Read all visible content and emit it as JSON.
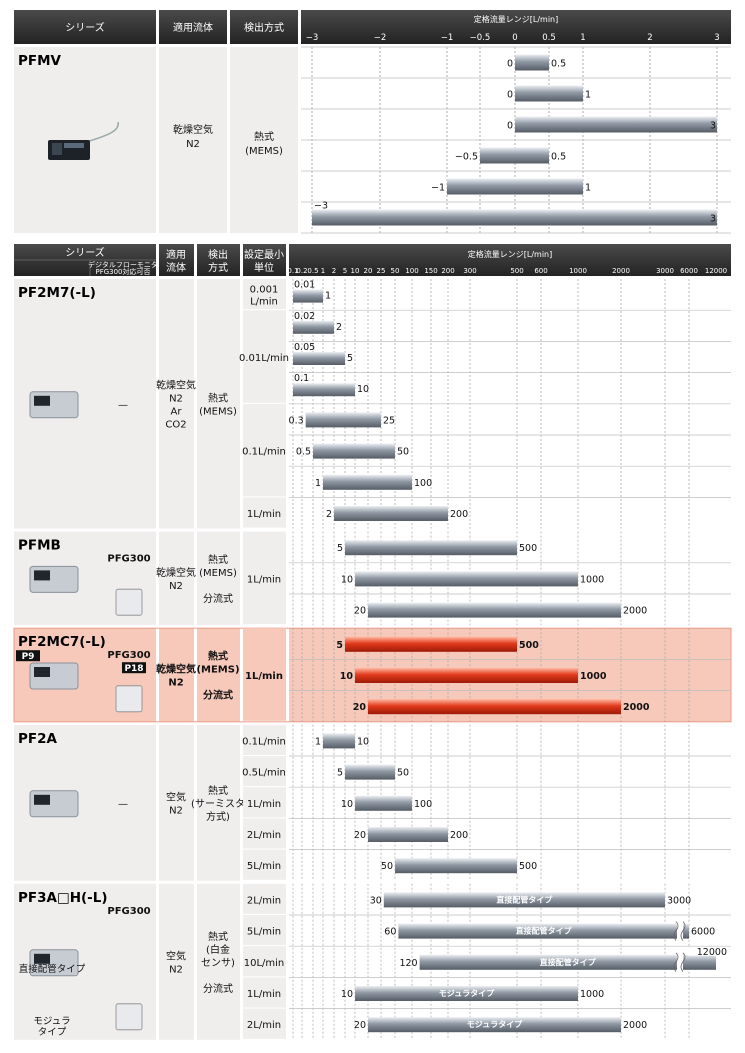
{
  "chart_data": [
    {
      "type": "bar",
      "title": "定格流量レンジ[L/min]",
      "columns": [
        "シリーズ",
        "適用流体",
        "検出方式"
      ],
      "x_ticks": [
        "−3",
        "−2",
        "−1",
        "−0.5",
        "0",
        "0.5",
        "1",
        "2",
        "3"
      ],
      "series_name": "PFMV",
      "fluid": [
        "乾燥空気",
        "N2"
      ],
      "method": [
        "熱式",
        "(MEMS)"
      ],
      "ranges": [
        {
          "low": 0,
          "high": 0.5,
          "low_label": "0",
          "high_label": "0.5"
        },
        {
          "low": 0,
          "high": 1,
          "low_label": "0",
          "high_label": "1"
        },
        {
          "low": 0,
          "high": 3,
          "low_label": "0",
          "high_label": "3"
        },
        {
          "low": -0.5,
          "high": 0.5,
          "low_label": "−0.5",
          "high_label": "0.5"
        },
        {
          "low": -1,
          "high": 1,
          "low_label": "−1",
          "high_label": "1"
        },
        {
          "low": -3,
          "high": 3,
          "low_label": "−3",
          "high_label": "3"
        }
      ]
    },
    {
      "type": "bar",
      "title": "定格流量レンジ[L/min]",
      "columns": [
        "シリーズ",
        "デジタルフローモニタ",
        "PFG300対応可否",
        "適用",
        "流体",
        "検出",
        "方式",
        "設定最小",
        "単位"
      ],
      "x_ticks": [
        "0.1",
        "0.2",
        "0.5",
        "1",
        "2",
        "5",
        "10",
        "20",
        "25",
        "50",
        "100",
        "150",
        "200",
        "300",
        "500",
        "600",
        "1000",
        "2000",
        "3000",
        "6000",
        "12000"
      ],
      "groups": [
        {
          "name": "PF2M7(-L)",
          "monitor": "—",
          "fluid": [
            "乾燥空気",
            "N2",
            "Ar",
            "CO2"
          ],
          "method": [
            "熱式",
            "(MEMS)"
          ],
          "units": [
            {
              "label": "0.001 L/min",
              "rows": 1
            },
            {
              "label": "0.01L/min",
              "rows": 3
            },
            {
              "label": "0.1L/min",
              "rows": 3
            },
            {
              "label": "1L/min",
              "rows": 1
            }
          ],
          "ranges": [
            {
              "low": 0.01,
              "high": 1,
              "low_label": "0.01",
              "high_label": "1"
            },
            {
              "low": 0.02,
              "high": 2,
              "low_label": "0.02",
              "high_label": "2"
            },
            {
              "low": 0.05,
              "high": 5,
              "low_label": "0.05",
              "high_label": "5"
            },
            {
              "low": 0.1,
              "high": 10,
              "low_label": "0.1",
              "high_label": "10"
            },
            {
              "low": 0.3,
              "high": 25,
              "low_label": "0.3",
              "high_label": "25"
            },
            {
              "low": 0.5,
              "high": 50,
              "low_label": "0.5",
              "high_label": "50"
            },
            {
              "low": 1,
              "high": 100,
              "low_label": "1",
              "high_label": "100"
            },
            {
              "low": 2,
              "high": 200,
              "low_label": "2",
              "high_label": "200"
            }
          ]
        },
        {
          "name": "PFMB",
          "monitor": "PFG300",
          "fluid": [
            "乾燥空気",
            "N2"
          ],
          "method": [
            "熱式",
            "(MEMS)",
            "",
            "分流式"
          ],
          "units": [
            {
              "label": "1L/min",
              "rows": 3
            }
          ],
          "ranges": [
            {
              "low": 5,
              "high": 500,
              "low_label": "5",
              "high_label": "500"
            },
            {
              "low": 10,
              "high": 1000,
              "low_label": "10",
              "high_label": "1000"
            },
            {
              "low": 20,
              "high": 2000,
              "low_label": "20",
              "high_label": "2000"
            }
          ]
        },
        {
          "name": "PF2MC7(-L)",
          "name_tag": "P9",
          "monitor": "PFG300",
          "monitor_tag": "P18",
          "highlight": true,
          "fluid": [
            "乾燥空気",
            "N2"
          ],
          "method": [
            "熱式",
            "(MEMS)",
            "",
            "分流式"
          ],
          "units": [
            {
              "label": "1L/min",
              "rows": 3
            }
          ],
          "ranges": [
            {
              "low": 5,
              "high": 500,
              "low_label": "5",
              "high_label": "500"
            },
            {
              "low": 10,
              "high": 1000,
              "low_label": "10",
              "high_label": "1000"
            },
            {
              "low": 20,
              "high": 2000,
              "low_label": "20",
              "high_label": "2000"
            }
          ]
        },
        {
          "name": "PF2A",
          "monitor": "—",
          "fluid": [
            "空気",
            "N2"
          ],
          "method": [
            "熱式",
            "(サーミスタ",
            "方式)"
          ],
          "units": [
            {
              "label": "0.1L/min",
              "rows": 1
            },
            {
              "label": "0.5L/min",
              "rows": 1
            },
            {
              "label": "1L/min",
              "rows": 1
            },
            {
              "label": "2L/min",
              "rows": 1
            },
            {
              "label": "5L/min",
              "rows": 1
            }
          ],
          "ranges": [
            {
              "low": 1,
              "high": 10,
              "low_label": "1",
              "high_label": "10"
            },
            {
              "low": 5,
              "high": 50,
              "low_label": "5",
              "high_label": "50"
            },
            {
              "low": 10,
              "high": 100,
              "low_label": "10",
              "high_label": "100"
            },
            {
              "low": 20,
              "high": 200,
              "low_label": "20",
              "high_label": "200"
            },
            {
              "low": 50,
              "high": 500,
              "low_label": "50",
              "high_label": "500"
            }
          ]
        },
        {
          "name": "PF3A□H(-L)",
          "monitor": "PFG300",
          "image_captions": [
            "直接配管タイプ",
            "モジュラ",
            "タイプ"
          ],
          "fluid": [
            "空気",
            "N2"
          ],
          "method": [
            "熱式",
            "(白金",
            "センサ)",
            "",
            "分流式"
          ],
          "units": [
            {
              "label": "2L/min",
              "rows": 1
            },
            {
              "label": "5L/min",
              "rows": 1
            },
            {
              "label": "10L/min",
              "rows": 1
            },
            {
              "label": "1L/min",
              "rows": 1
            },
            {
              "label": "2L/min",
              "rows": 1
            }
          ],
          "ranges": [
            {
              "low": 30,
              "high": 3000,
              "low_label": "30",
              "high_label": "3000",
              "band": "直接配管タイプ"
            },
            {
              "low": 60,
              "high": 6000,
              "low_label": "60",
              "high_label": "6000",
              "band": "直接配管タイプ",
              "break": true
            },
            {
              "low": 120,
              "high": 12000,
              "low_label": "120",
              "high_label": "12000",
              "band": "直接配管タイプ",
              "break": true
            },
            {
              "low": 10,
              "high": 1000,
              "low_label": "10",
              "high_label": "1000",
              "band": "モジュラタイプ"
            },
            {
              "low": 20,
              "high": 2000,
              "low_label": "20",
              "high_label": "2000",
              "band": "モジュラタイプ"
            }
          ]
        }
      ]
    }
  ]
}
